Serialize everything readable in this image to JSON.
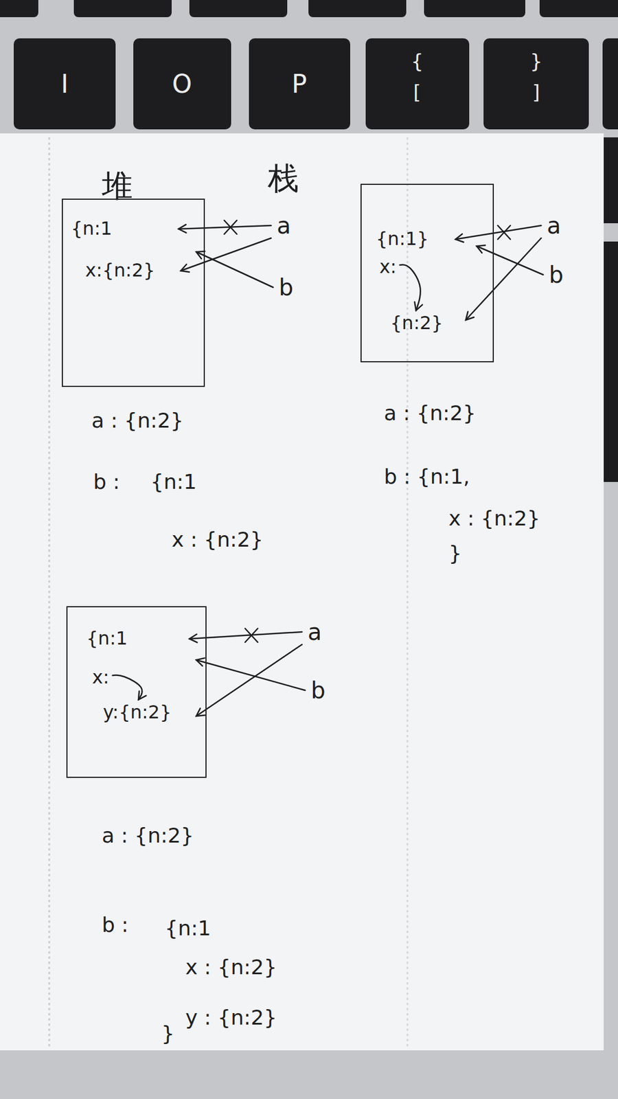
{
  "diagram": {
    "nodes": [
      {
        "text": [
          "{n:1",
          "x:{n:2}"
        ]
      },
      {
        "text": [
          "{n:1}",
          "x:",
          "{n:2}"
        ]
      },
      {
        "text": [
          "{n:1",
          "x:",
          "y:{n:2}"
        ]
      }
    ],
    "labels": [
      "I",
      "O",
      "P",
      "{",
      "[",
      "}",
      "]",
      "堆",
      "栈",
      "a",
      "b",
      "a : {n:2}",
      "b :",
      "{n:1",
      "x : {n:2}",
      "a",
      "b",
      "a : {n:2}",
      "b : {n:1,",
      "x : {n:2}",
      "}",
      "a",
      "b",
      "a : {n:2}",
      "b :",
      "{n:1",
      "x : {n:2}",
      "y : {n:2}",
      "}"
    ]
  }
}
